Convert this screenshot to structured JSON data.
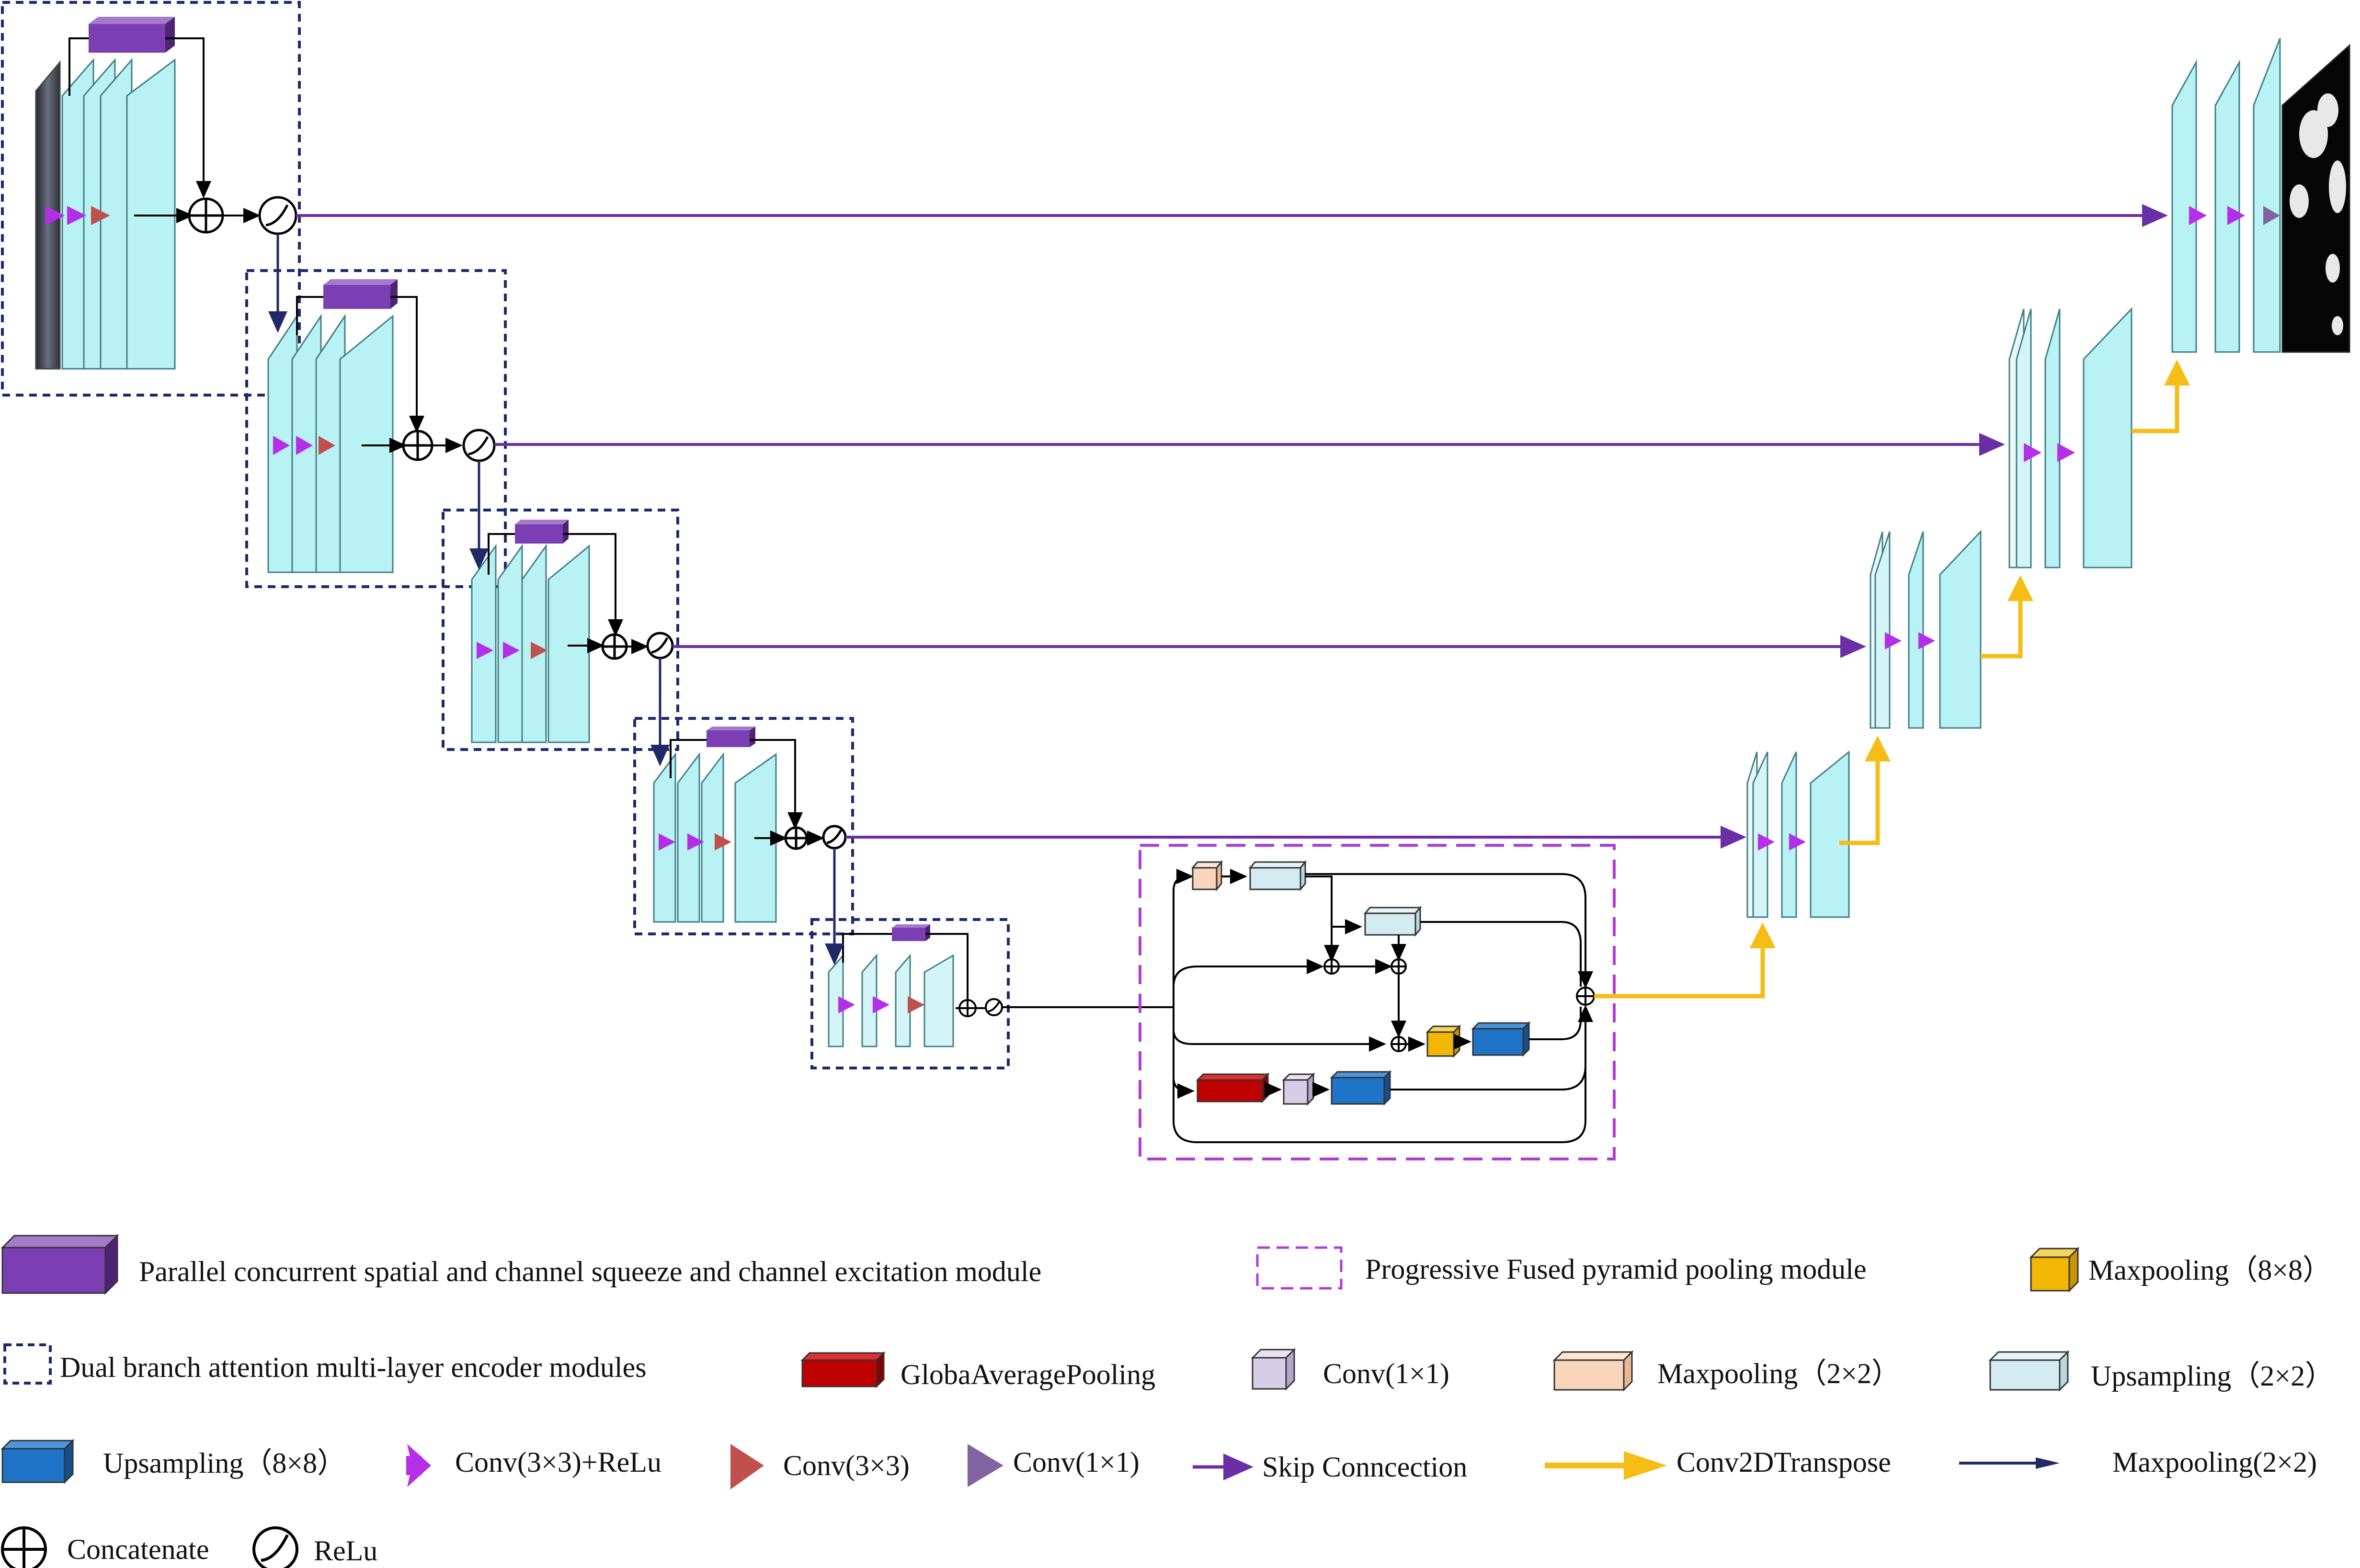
{
  "colors": {
    "purple_module": "#7b3fb3",
    "encoder_box": "#1a2a6c",
    "pyramid_box": "#b23bd6",
    "feature_map": "#b8f2f5",
    "skip": "#6a2fa6",
    "conv_relu": "#b52ee8",
    "conv3": "#c0504d",
    "conv1": "#8064a2",
    "transpose": "#f6bd16",
    "maxpool_2": "#1f2a66",
    "gap": "#c00000",
    "conv11_box": "#d6cde6",
    "maxpool22_box": "#f8d5bb",
    "up22_box": "#d4ecf1",
    "up88_box": "#1f74c8",
    "maxpool88_box": "#f2b705"
  },
  "legend": {
    "pcsse": "Parallel concurrent spatial and channel squeeze and channel excitation module",
    "pfpp": "Progressive Fused pyramid pooling module",
    "maxpool88": "Maxpooling（8×8）",
    "dual_branch": "Dual branch attention multi-layer encoder modules",
    "gap": "GlobaAveragePooling",
    "conv11_box": "Conv(1×1)",
    "maxpool22": "Maxpooling（2×2）",
    "up22": "Upsampling（2×2）",
    "up88": "Upsampling（8×8）",
    "conv33_relu": "Conv(3×3)+ReLu",
    "conv33": "Conv(3×3)",
    "conv11_arrow": "Conv(1×1)",
    "skip": "Skip Conncection",
    "transpose": "Conv2DTranspose",
    "maxpool_arrow": "Maxpooling(2×2)",
    "concat": "Concatenate",
    "relu": "ReLu"
  }
}
